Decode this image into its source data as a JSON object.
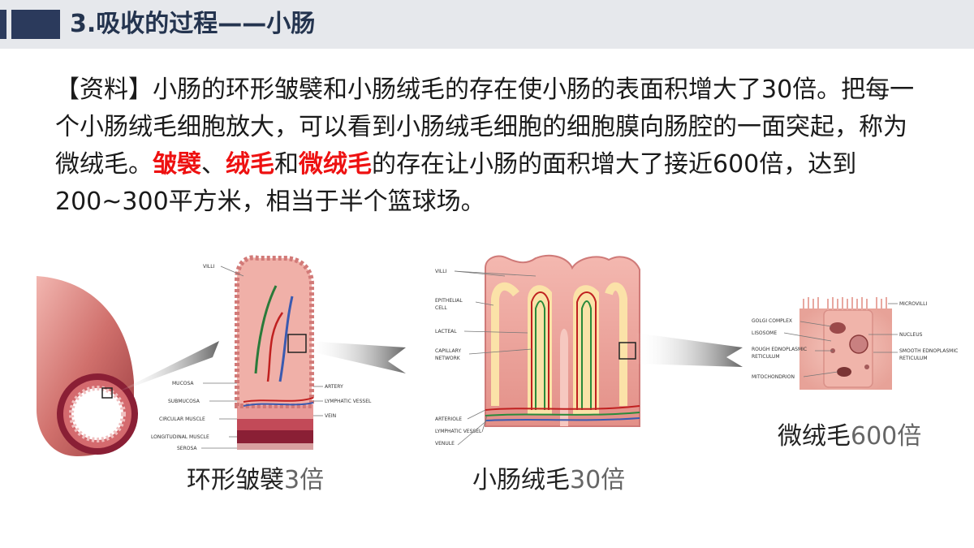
{
  "header": {
    "title": "3.吸收的过程——小肠"
  },
  "paragraph": {
    "part1": "【资料】小肠的环形皱襞和小肠绒毛的存在使小肠的表面积增大了30倍。把每一个小肠绒毛细胞放大，可以看到小肠绒毛细胞的细胞膜向肠腔的一面突起，称为微绒毛。",
    "hl1": "皱襞",
    "sep1": "、",
    "hl2": "绒毛",
    "sep2": "和",
    "hl3": "微绒毛",
    "part2": "的存在让小肠的面积增大了接近600倍，达到200~300平方米，相当于半个篮球场。"
  },
  "panels": {
    "folds": {
      "caption": "环形皱襞",
      "factor": "3倍",
      "labels": [
        "VILLI",
        "MUCOSA",
        "SUBMUCOSA",
        "CIRCULAR MUSCLE",
        "LONGITUDINAL MUSCLE",
        "SEROSA",
        "ARTERY",
        "LYMPHATIC VESSEL",
        "VEIN"
      ]
    },
    "villi": {
      "caption": "小肠绒毛",
      "factor": "30倍",
      "labels": [
        "VILLI",
        "EPITHELIAL",
        "CELL",
        "LACTEAL",
        "CAPILLARY",
        "NETWORK",
        "ARTERIOLE",
        "LYMPHATIC VESSEL",
        "VENULE"
      ]
    },
    "microvilli": {
      "caption": "微绒毛",
      "factor": "600倍",
      "labels": [
        "GOLGI COMPLEX",
        "LISOSOME",
        "ROUGH EDNOPLASMIC",
        "RETICULUM",
        "MITOCHONDRION",
        "MICROVILLI",
        "NUCLEUS",
        "SMOOTH EDNOPLASMIC",
        "RETICULUM"
      ]
    }
  },
  "colors": {
    "title_bar": "#e6e8ec",
    "title_accent": "#2b3a5c",
    "highlight": "#ee1111",
    "tissue": "#e9a0a0",
    "muscle": "#8a1f35"
  }
}
